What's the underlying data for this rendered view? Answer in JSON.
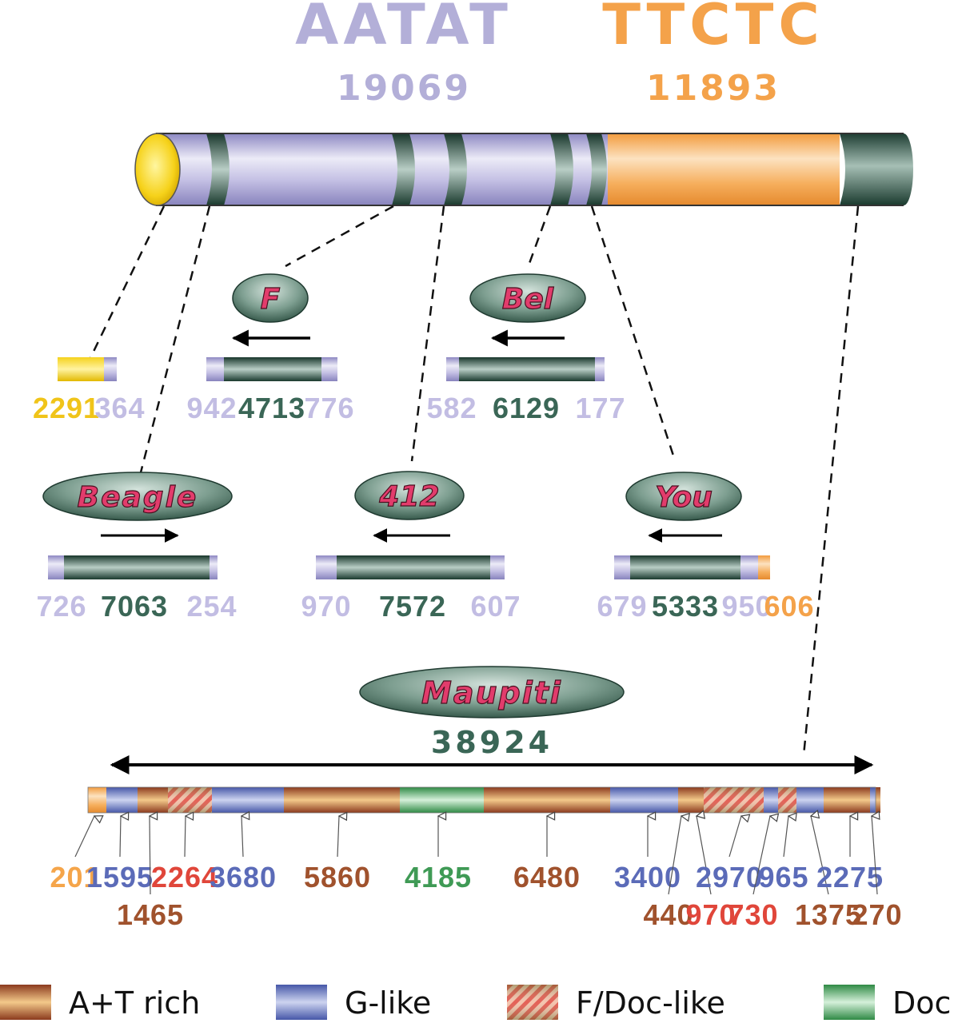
{
  "header": {
    "aatat_label": "AATAT",
    "aatat_value": "19069",
    "ttctc_label": "TTCTC",
    "ttctc_value": "11893"
  },
  "elements": {
    "f": {
      "label": "F",
      "left": "942",
      "mid": "4713",
      "right": "776"
    },
    "bel": {
      "label": "Bel",
      "left": "582",
      "mid": "6129",
      "right": "177"
    },
    "beagle": {
      "label": "Beagle",
      "left": "726",
      "mid": "7063",
      "right": "254"
    },
    "e412": {
      "label": "412",
      "left": "970",
      "mid": "7572",
      "right": "607"
    },
    "you": {
      "label": "You",
      "left": "679",
      "mid": "5333",
      "right": "950",
      "extra": "606"
    },
    "satellite": {
      "left": "2291",
      "right": "364"
    },
    "maupiti": {
      "label": "Maupiti",
      "length": "38924"
    }
  },
  "maupiti_segments": [
    {
      "type": "at",
      "value": "201"
    },
    {
      "type": "g",
      "value": "1595"
    },
    {
      "type": "at",
      "value": "1465"
    },
    {
      "type": "f",
      "value": "2264"
    },
    {
      "type": "g",
      "value": "3680"
    },
    {
      "type": "at",
      "value": "5860"
    },
    {
      "type": "doc",
      "value": "4185"
    },
    {
      "type": "at",
      "value": "6480"
    },
    {
      "type": "g",
      "value": "3400"
    },
    {
      "type": "at",
      "value": "440"
    },
    {
      "type": "f",
      "value": "970"
    },
    {
      "type": "g",
      "value": "2970"
    },
    {
      "type": "f",
      "value": "730"
    },
    {
      "type": "g",
      "value": "965"
    },
    {
      "type": "at",
      "value": "1375"
    },
    {
      "type": "g",
      "value": "2275"
    },
    {
      "type": "at",
      "value": "270"
    }
  ],
  "legend": {
    "at_rich": "A+T rich",
    "g_like": "G-like",
    "fdoc_like": "F/Doc-like",
    "doc": "Doc"
  },
  "colors": {
    "aatat": "#b9b4dc",
    "ttctc": "#f5a54a",
    "element": "#2f5a4a",
    "satellite": "#f2d21c",
    "at_rich": "#a0522d",
    "g_like": "#5b6bb8",
    "f_doc_like": "#e0463a",
    "doc": "#3f9a55"
  }
}
